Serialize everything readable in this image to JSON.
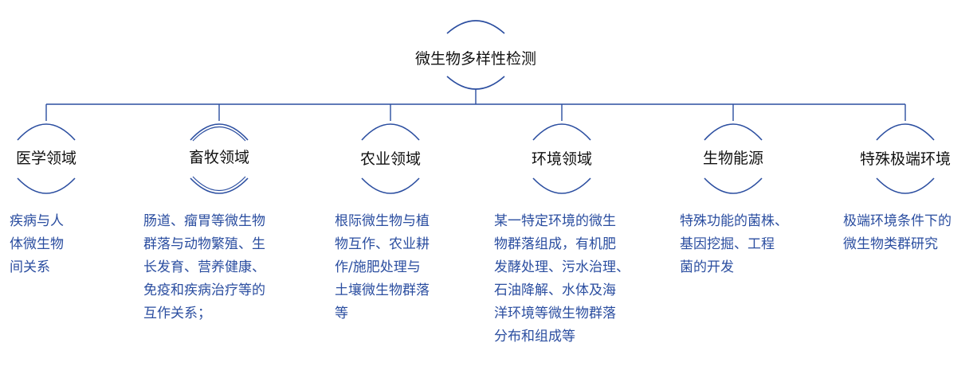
{
  "diagram": {
    "root": {
      "title": "微生物多样性检测"
    },
    "line_color": "#2b4ea0",
    "branches": [
      {
        "title": "医学领域",
        "description": [
          "疾病与人",
          "体微生物",
          "间关系"
        ]
      },
      {
        "title": "畜牧领域",
        "description": [
          "肠道、瘤胃等微生物",
          "群落与动物繁殖、生",
          "长发育、营养健康、",
          "免疫和疾病治疗等的",
          "互作关系；"
        ]
      },
      {
        "title": "农业领域",
        "description": [
          "根际微生物与植",
          "物互作、农业耕",
          "作/施肥处理与",
          "土壤微生物群落",
          "等"
        ]
      },
      {
        "title": "环境领域",
        "description": [
          "某一特定环境的微生",
          "物群落组成，有机肥",
          "发酵处理、污水治理、",
          "石油降解、水体及海",
          "洋环境等微生物群落",
          "分布和组成等"
        ]
      },
      {
        "title": "生物能源",
        "description": [
          "特殊功能的菌株、",
          "基因挖掘、工程",
          "菌的开发"
        ]
      },
      {
        "title": "特殊极端环境",
        "description": [
          "极端环境条件下的",
          "微生物类群研究"
        ]
      }
    ]
  }
}
